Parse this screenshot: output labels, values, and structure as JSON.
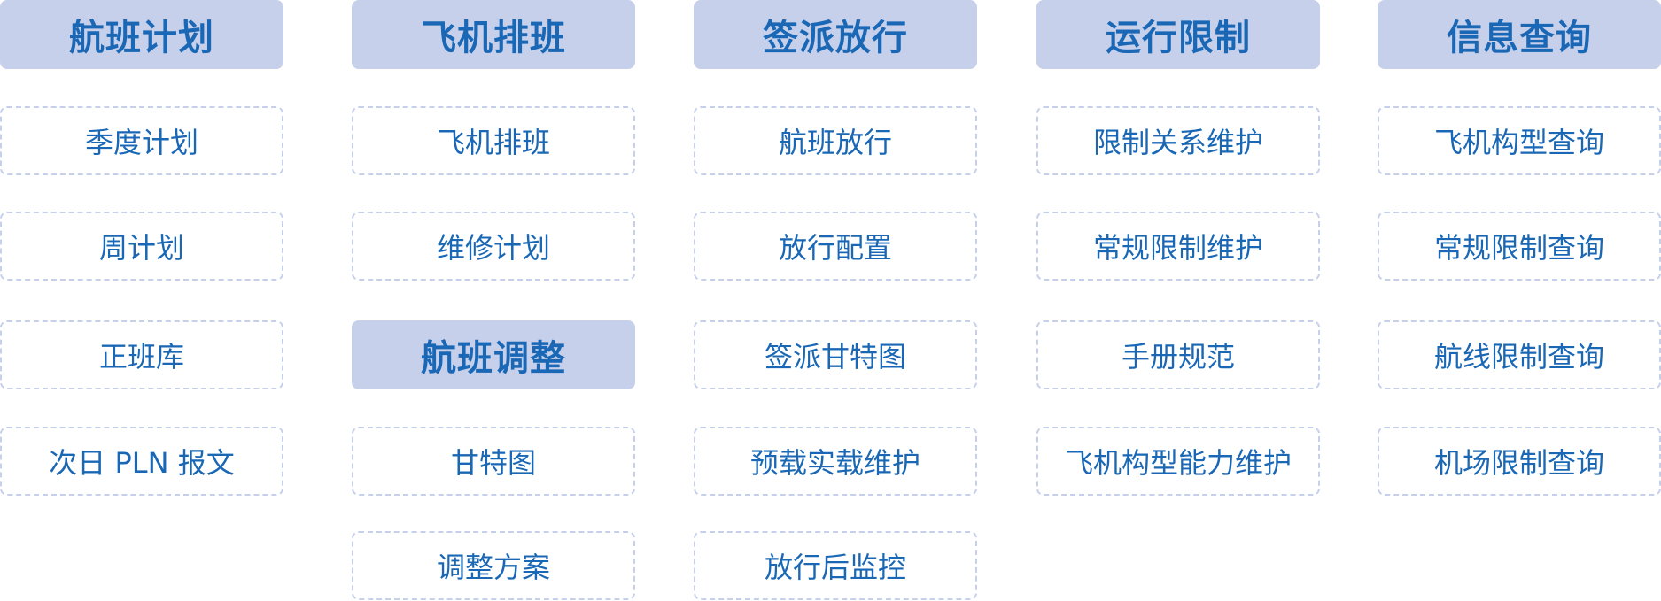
{
  "columns": [
    {
      "blocks": [
        {
          "type": "header",
          "label": "航班计划"
        },
        {
          "type": "item",
          "label": "季度计划"
        },
        {
          "type": "item",
          "label": "周计划"
        },
        {
          "type": "item",
          "label": "正班库"
        },
        {
          "type": "item",
          "label": "次日 PLN 报文"
        }
      ]
    },
    {
      "blocks": [
        {
          "type": "header",
          "label": "飞机排班"
        },
        {
          "type": "item",
          "label": "飞机排班"
        },
        {
          "type": "item",
          "label": "维修计划"
        },
        {
          "type": "header",
          "label": "航班调整"
        },
        {
          "type": "item",
          "label": "甘特图"
        },
        {
          "type": "item",
          "label": "调整方案"
        }
      ]
    },
    {
      "blocks": [
        {
          "type": "header",
          "label": "签派放行"
        },
        {
          "type": "item",
          "label": "航班放行"
        },
        {
          "type": "item",
          "label": "放行配置"
        },
        {
          "type": "item",
          "label": "签派甘特图"
        },
        {
          "type": "item",
          "label": "预载实载维护"
        },
        {
          "type": "item",
          "label": "放行后监控"
        }
      ]
    },
    {
      "blocks": [
        {
          "type": "header",
          "label": "运行限制"
        },
        {
          "type": "item",
          "label": "限制关系维护"
        },
        {
          "type": "item",
          "label": "常规限制维护"
        },
        {
          "type": "item",
          "label": "手册规范"
        },
        {
          "type": "item",
          "label": "飞机构型能力维护"
        }
      ]
    },
    {
      "blocks": [
        {
          "type": "header",
          "label": "信息查询"
        },
        {
          "type": "item",
          "label": "飞机构型查询"
        },
        {
          "type": "item",
          "label": "常规限制查询"
        },
        {
          "type": "item",
          "label": "航线限制查询"
        },
        {
          "type": "item",
          "label": "机场限制查询"
        }
      ]
    }
  ]
}
